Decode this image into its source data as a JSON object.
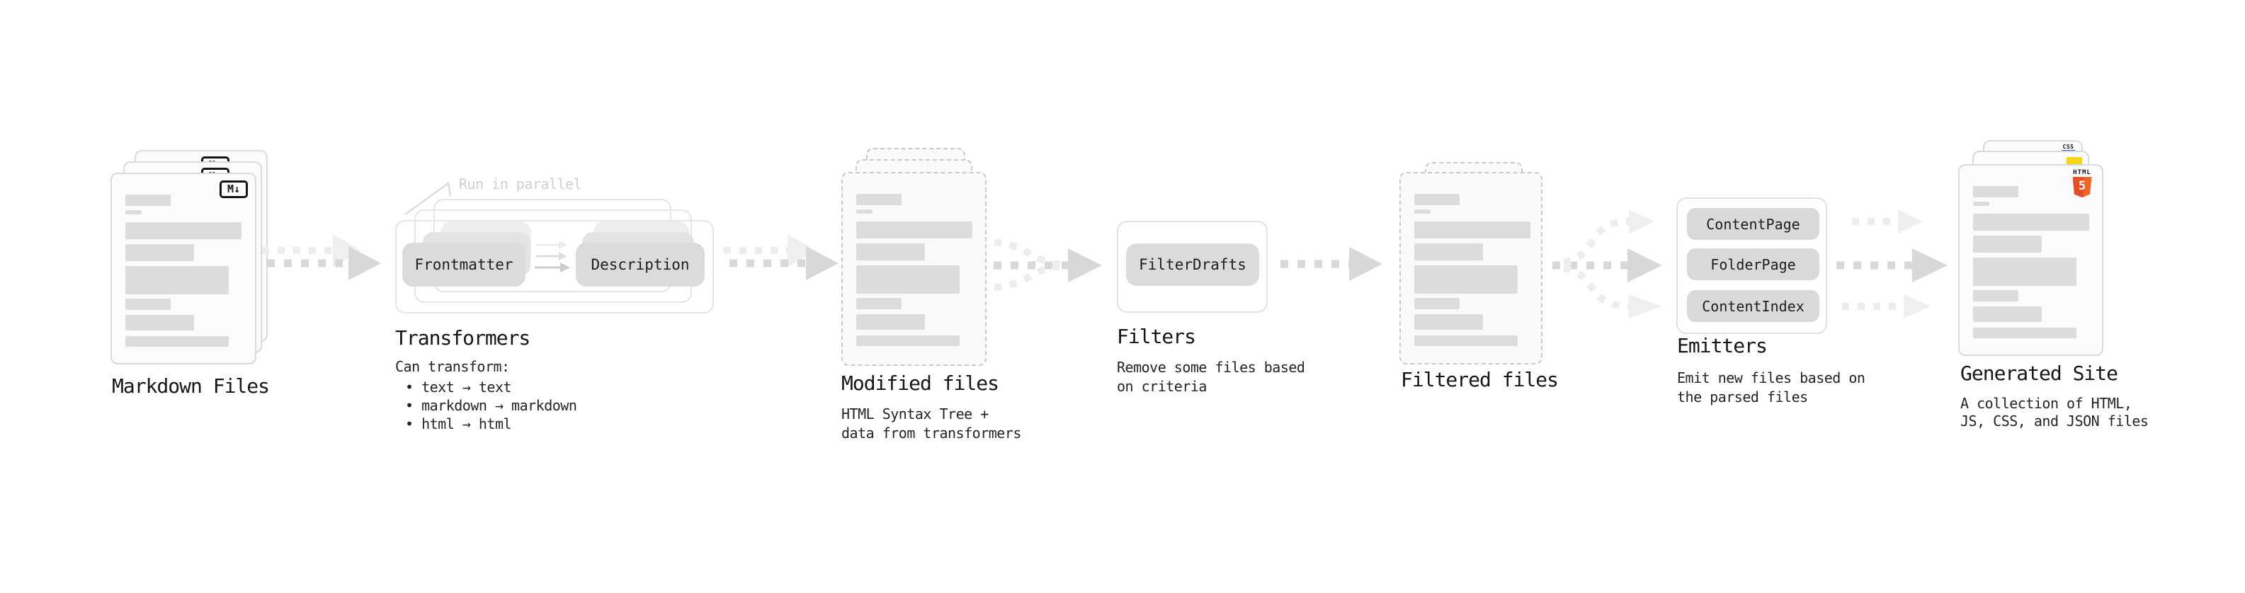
{
  "diagram": {
    "markdown": {
      "title": "Markdown Files",
      "badge": "M↓"
    },
    "transformers": {
      "note": "Run in parallel",
      "pill_left": "Frontmatter",
      "pill_right": "Description",
      "title": "Transformers",
      "desc_heading": "Can transform:",
      "bullets": [
        "• text → text",
        "• markdown → markdown",
        "• html → html"
      ]
    },
    "modified": {
      "title": "Modified files",
      "desc_line1": "HTML Syntax Tree +",
      "desc_line2": "data from transformers"
    },
    "filters": {
      "pill": "FilterDrafts",
      "title": "Filters",
      "desc_line1": "Remove some files based",
      "desc_line2": "on criteria"
    },
    "filtered": {
      "title": "Filtered files"
    },
    "emitters": {
      "pills": [
        "ContentPage",
        "FolderPage",
        "ContentIndex"
      ],
      "title": "Emitters",
      "desc_line1": "Emit new files based on",
      "desc_line2": "the parsed files"
    },
    "generated": {
      "title": "Generated Site",
      "desc_line1": "A collection of HTML,",
      "desc_line2": "JS, CSS, and JSON files",
      "badge_html": "HTML",
      "badge_html_num": "5",
      "badge_css": "CSS"
    }
  },
  "colors": {
    "html5_orange": "#e44d26",
    "js_yellow": "#f5d616",
    "css_blue": "#2d6ae3",
    "bar_gray": "#dcdcdc",
    "arrow_gray": "#d8d8d8",
    "arrow_light_gray": "#ededed"
  }
}
